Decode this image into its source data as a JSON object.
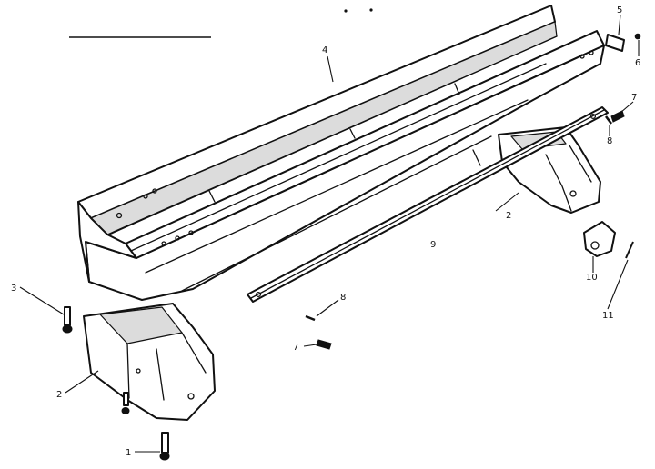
{
  "callouts": [
    {
      "id": "label-1",
      "text": "1"
    },
    {
      "id": "label-2a",
      "text": "2"
    },
    {
      "id": "label-2b",
      "text": "2"
    },
    {
      "id": "label-3",
      "text": "3"
    },
    {
      "id": "label-4",
      "text": "4"
    },
    {
      "id": "label-5",
      "text": "5"
    },
    {
      "id": "label-6",
      "text": "6"
    },
    {
      "id": "label-7a",
      "text": "7"
    },
    {
      "id": "label-7b",
      "text": "7"
    },
    {
      "id": "label-8a",
      "text": "8"
    },
    {
      "id": "label-8b",
      "text": "8"
    },
    {
      "id": "label-9",
      "text": "9"
    },
    {
      "id": "label-10",
      "text": "10"
    },
    {
      "id": "label-11",
      "text": "11"
    }
  ]
}
